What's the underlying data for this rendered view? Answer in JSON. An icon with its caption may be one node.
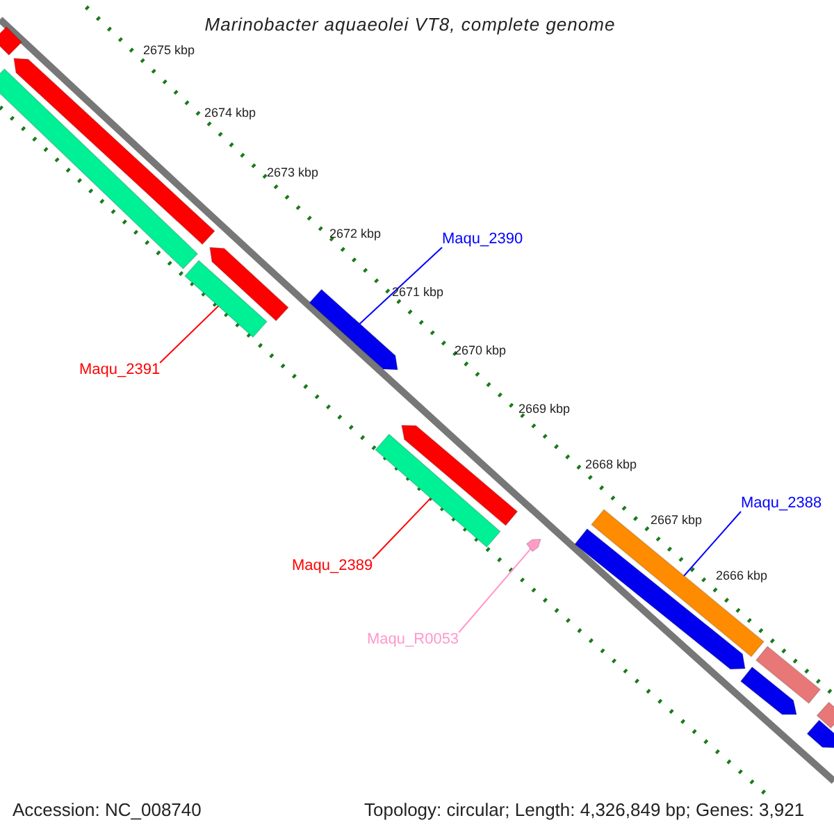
{
  "diagram": {
    "title": "Marinobacter aquaeolei VT8, complete genome",
    "nodes": [
      {
        "text": [],
        "shape": "bar"
      },
      {
        "text": [],
        "shape": "bar"
      },
      {
        "text": [],
        "shape": "bar"
      },
      {
        "text": [
          "Maqu_2390"
        ]
      },
      {
        "text": [],
        "shape": "bar"
      },
      {
        "text": [],
        "shape": "bar"
      },
      {
        "text": [],
        "shape": "bar"
      },
      {
        "text": [
          "Maqu_2391"
        ]
      },
      {
        "text": [],
        "shape": "bar"
      },
      {
        "text": [],
        "shape": "bar"
      },
      {
        "text": [
          "Maqu_2388"
        ]
      },
      {
        "text": [],
        "shape": "bar"
      },
      {
        "text": [],
        "shape": "bar"
      },
      {
        "text": [],
        "shape": "bar"
      },
      {
        "text": [
          "Maqu_2389"
        ]
      },
      {
        "text": [
          "Maqu_R0053"
        ]
      },
      {
        "text": [],
        "shape": "bar"
      },
      {
        "text": [],
        "shape": "bar"
      },
      {
        "text": [],
        "shape": "bar"
      },
      {
        "text": [],
        "shape": "bar"
      }
    ],
    "edges": [
      {
        "from": 3,
        "to": 6,
        "arrow": "none",
        "color": "#0000ff"
      },
      {
        "from": 7,
        "to": 5,
        "arrow": "none",
        "color": "#ff0000"
      },
      {
        "from": 14,
        "to": 9,
        "arrow": "none",
        "color": "#ff0000"
      },
      {
        "from": 15,
        "to": 13,
        "arrow": "none",
        "color": "#ff99cc"
      },
      {
        "from": 10,
        "to": 11,
        "arrow": "none",
        "color": "#0000ff"
      }
    ],
    "labels": [
      "2675 kbp",
      "2674 kbp",
      "2673 kbp",
      "2672 kbp",
      "2671 kbp",
      "2670 kbp",
      "2669 kbp",
      "2668 kbp",
      "2667 kbp",
      "2666 kbp",
      "Accession: NC_008740",
      "Topology: circular; Length: 4,326,849 bp; Genes: 3,921"
    ]
  }
}
